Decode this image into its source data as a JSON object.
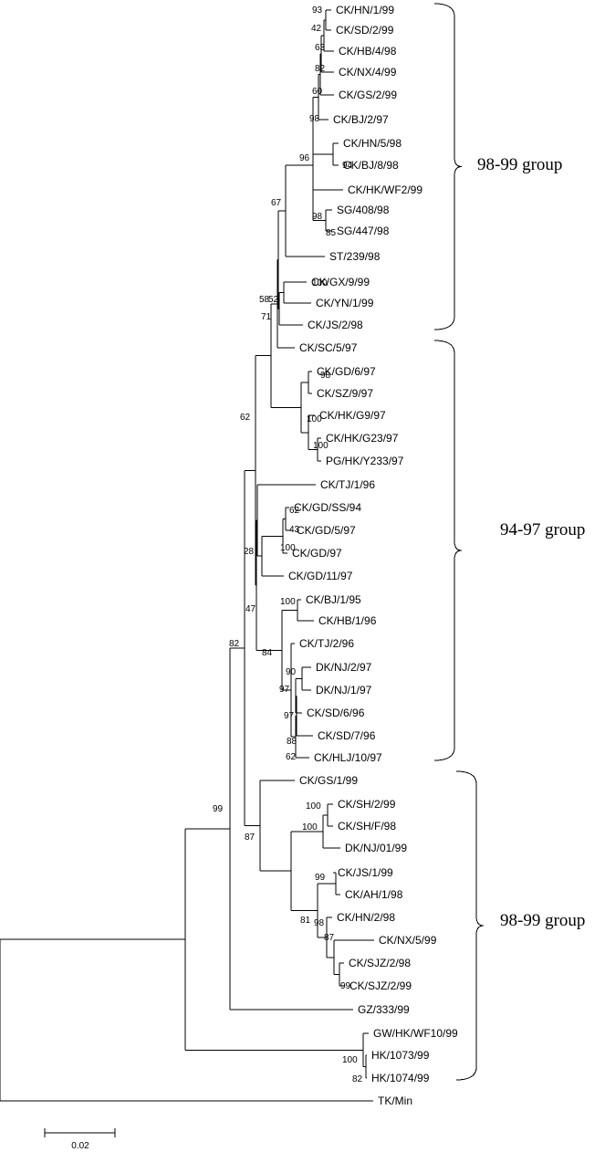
{
  "taxa": [
    "CK/HN/1/99",
    "CK/SD/2/99",
    "CK/HB/4/98",
    "CK/NX/4/99",
    "CK/GS/2/99",
    "CK/BJ/2/97",
    "CK/HN/5/98",
    "CK/BJ/8/98",
    "CK/HK/WF2/99",
    "SG/408/98",
    "SG/447/98",
    "ST/239/98",
    "CK/GX/9/99",
    "CK/YN/1/99",
    "CK/JS/2/98",
    "CK/SC/5/97",
    "CK/GD/6/97",
    "CK/SZ/9/97",
    "CK/HK/G9/97",
    "CK/HK/G23/97",
    "PG/HK/Y233/97",
    "CK/TJ/1/96",
    "CK/GD/SS/94",
    "CK/GD/5/97",
    "CK/GD/97",
    "CK/GD/11/97",
    "CK/BJ/1/95",
    "CK/HB/1/96",
    "CK/TJ/2/96",
    "DK/NJ/2/97",
    "DK/NJ/1/97",
    "CK/SD/6/96",
    "CK/SD/7/96",
    "CK/HLJ/10/97",
    "CK/GS/1/99",
    "CK/SH/2/99",
    "CK/SH/F/98",
    "DK/NJ/01/99",
    "CK/JS/1/99",
    "CK/AH/1/98",
    "CK/HN/2/98",
    "CK/NX/5/99",
    "CK/SJZ/2/98",
    "CK/SJZ/2/99",
    "GZ/333/99",
    "GW/HK/WF10/99",
    "HK/1073/99",
    "HK/1074/99",
    "TK/Min"
  ],
  "bootstrap": [
    "93",
    "42",
    "63",
    "82",
    "60",
    "98",
    "96",
    "94",
    "98",
    "85",
    "67",
    "100",
    "58",
    "52",
    "71",
    "98",
    "100",
    "100",
    "62",
    "62",
    "43",
    "28",
    "100",
    "47",
    "100",
    "84",
    "90",
    "97",
    "97",
    "88",
    "62",
    "82",
    "99",
    "100",
    "100",
    "87",
    "99",
    "81",
    "98",
    "87",
    "99",
    "100",
    "82"
  ],
  "groups": [
    "98-99 group",
    "94-97 group",
    "98-99 group"
  ],
  "scale": {
    "label": "0.02"
  }
}
